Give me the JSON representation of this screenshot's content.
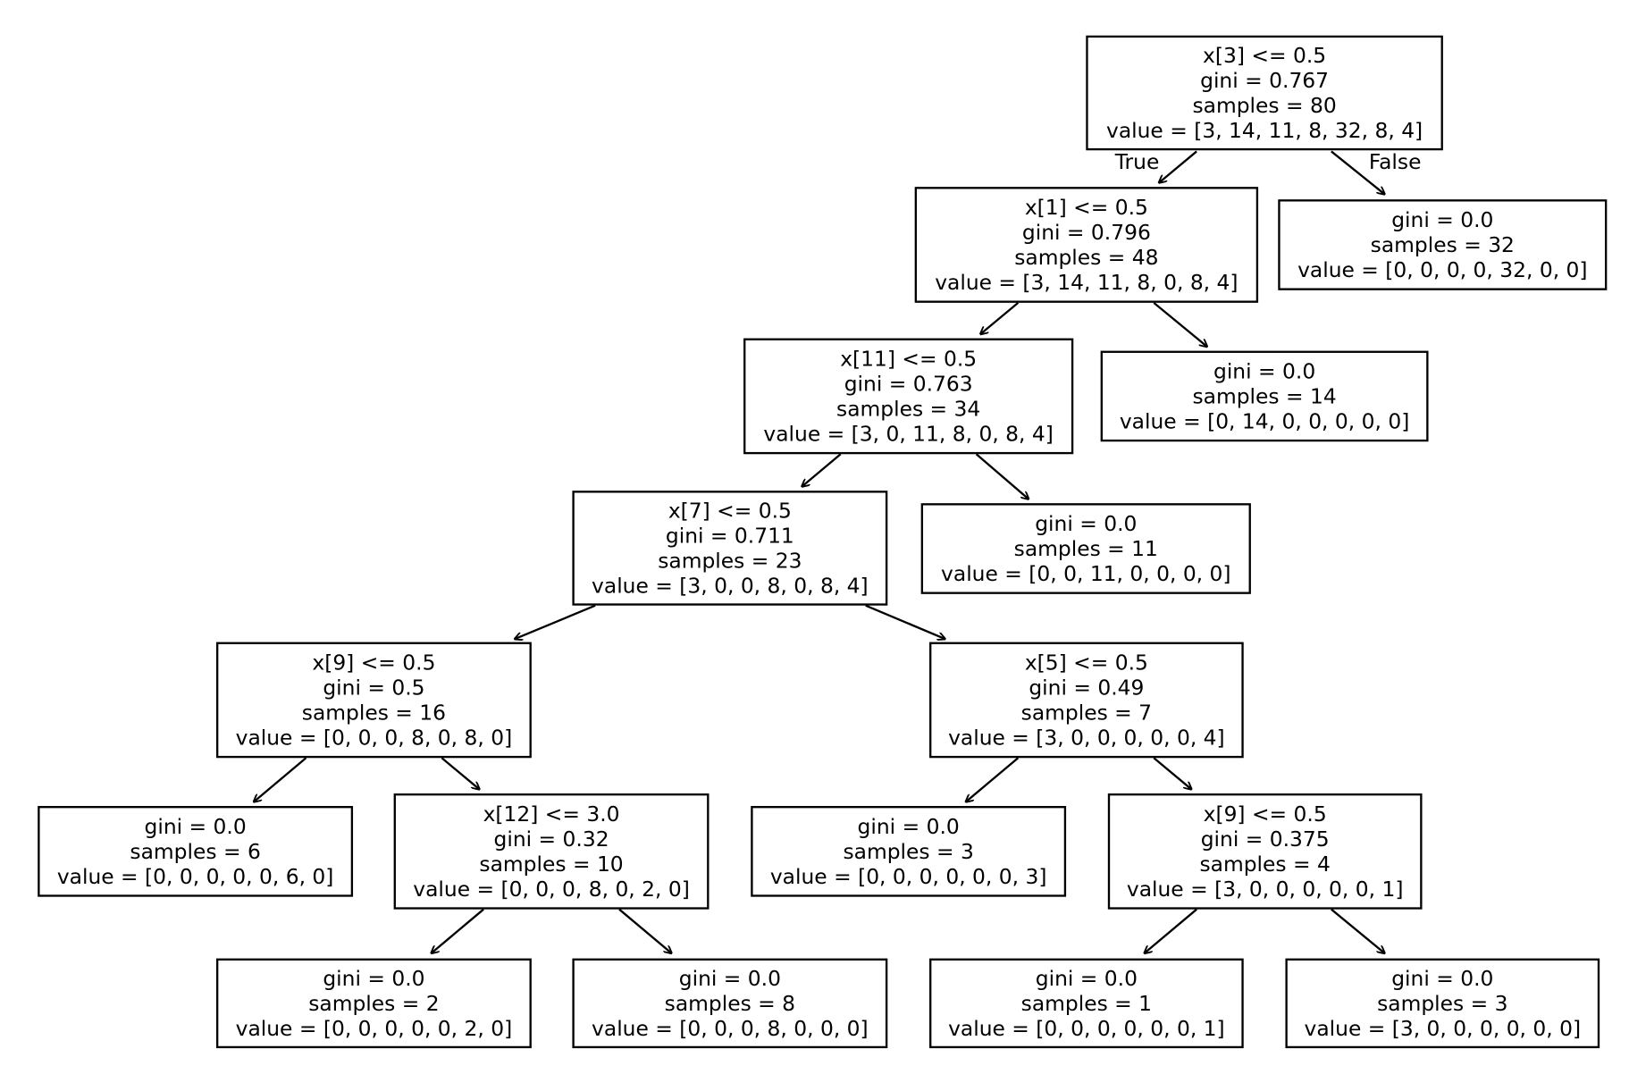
{
  "tree": {
    "nodes": [
      {
        "lines": [
          "x[3] <= 0.5",
          "gini = 0.767",
          "samples = 80",
          "value = [3, 14, 11, 8, 32, 8, 4]"
        ]
      },
      {
        "lines": [
          "x[1] <= 0.5",
          "gini = 0.796",
          "samples = 48",
          "value = [3, 14, 11, 8, 0, 8, 4]"
        ]
      },
      {
        "lines": [
          "gini = 0.0",
          "samples = 32",
          "value = [0, 0, 0, 0, 32, 0, 0]"
        ]
      },
      {
        "lines": [
          "x[11] <= 0.5",
          "gini = 0.763",
          "samples = 34",
          "value = [3, 0, 11, 8, 0, 8, 4]"
        ]
      },
      {
        "lines": [
          "gini = 0.0",
          "samples = 14",
          "value = [0, 14, 0, 0, 0, 0, 0]"
        ]
      },
      {
        "lines": [
          "x[7] <= 0.5",
          "gini = 0.711",
          "samples = 23",
          "value = [3, 0, 0, 8, 0, 8, 4]"
        ]
      },
      {
        "lines": [
          "gini = 0.0",
          "samples = 11",
          "value = [0, 0, 11, 0, 0, 0, 0]"
        ]
      },
      {
        "lines": [
          "x[9] <= 0.5",
          "gini = 0.5",
          "samples = 16",
          "value = [0, 0, 0, 8, 0, 8, 0]"
        ]
      },
      {
        "lines": [
          "x[5] <= 0.5",
          "gini = 0.49",
          "samples = 7",
          "value = [3, 0, 0, 0, 0, 0, 4]"
        ]
      },
      {
        "lines": [
          "gini = 0.0",
          "samples = 6",
          "value = [0, 0, 0, 0, 0, 6, 0]"
        ]
      },
      {
        "lines": [
          "x[12] <= 3.0",
          "gini = 0.32",
          "samples = 10",
          "value = [0, 0, 0, 8, 0, 2, 0]"
        ]
      },
      {
        "lines": [
          "gini = 0.0",
          "samples = 3",
          "value = [0, 0, 0, 0, 0, 0, 3]"
        ]
      },
      {
        "lines": [
          "x[9] <= 0.5",
          "gini = 0.375",
          "samples = 4",
          "value = [3, 0, 0, 0, 0, 0, 1]"
        ]
      },
      {
        "lines": [
          "gini = 0.0",
          "samples = 2",
          "value = [0, 0, 0, 0, 0, 2, 0]"
        ]
      },
      {
        "lines": [
          "gini = 0.0",
          "samples = 8",
          "value = [0, 0, 0, 8, 0, 0, 0]"
        ]
      },
      {
        "lines": [
          "gini = 0.0",
          "samples = 1",
          "value = [0, 0, 0, 0, 0, 0, 1]"
        ]
      },
      {
        "lines": [
          "gini = 0.0",
          "samples = 3",
          "value = [3, 0, 0, 0, 0, 0, 0]"
        ]
      }
    ],
    "edges": [
      [
        0,
        1
      ],
      [
        0,
        2
      ],
      [
        1,
        3
      ],
      [
        1,
        4
      ],
      [
        3,
        5
      ],
      [
        3,
        6
      ],
      [
        5,
        7
      ],
      [
        5,
        8
      ],
      [
        7,
        9
      ],
      [
        7,
        10
      ],
      [
        8,
        11
      ],
      [
        8,
        12
      ],
      [
        10,
        13
      ],
      [
        10,
        14
      ],
      [
        12,
        15
      ],
      [
        12,
        16
      ]
    ],
    "true_label": "True",
    "false_label": "False"
  }
}
